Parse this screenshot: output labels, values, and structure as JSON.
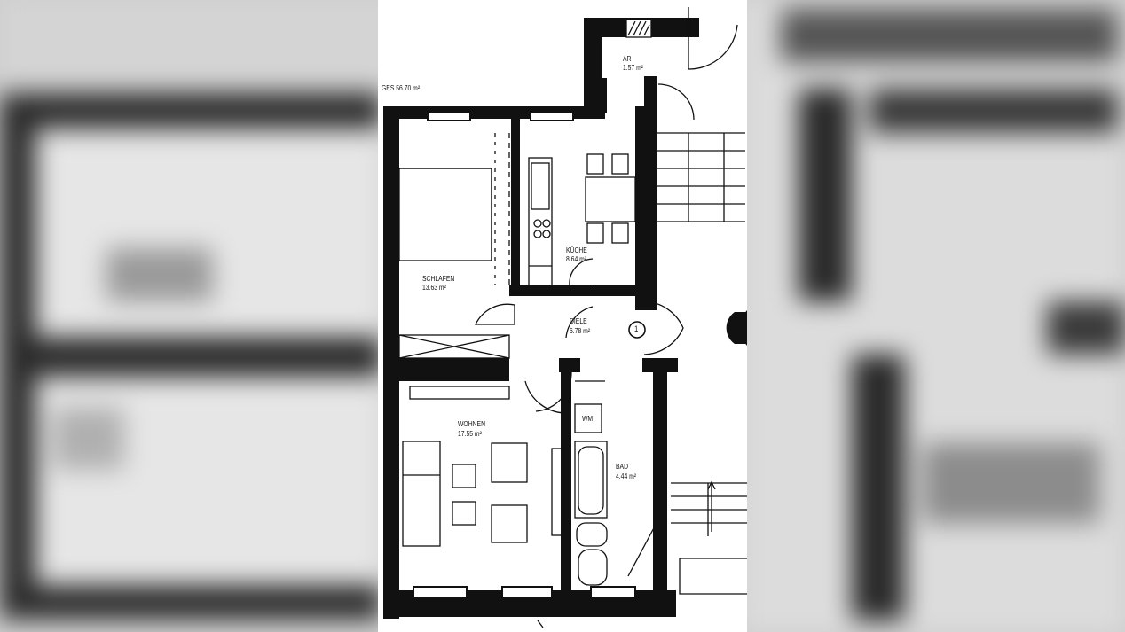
{
  "plan": {
    "total_area": "GES 56.70 m²",
    "rooms": [
      {
        "name": "AR",
        "area": "1.57 m²"
      },
      {
        "name": "SCHLAFEN",
        "area": "13.63 m²"
      },
      {
        "name": "KÜCHE",
        "area": "8.64 m²"
      },
      {
        "name": "DIELE",
        "area": "6.78 m²"
      },
      {
        "name": "WOHNEN",
        "area": "17.55 m²"
      },
      {
        "name": "BAD",
        "area": "4.44 m²"
      }
    ],
    "fixture_label": "WM",
    "entrance_marker": "1"
  },
  "colors": {
    "wall": "#111111",
    "paper": "#ffffff",
    "background": "#cfcfcf"
  }
}
